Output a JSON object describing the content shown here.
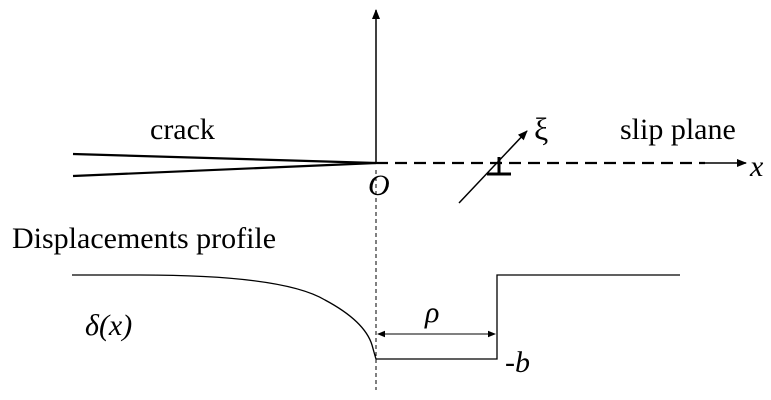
{
  "labels": {
    "crack": "crack",
    "slip_plane": "slip plane",
    "x_axis": "x",
    "origin": "O",
    "xi": "ξ",
    "profile_title": "Displacements profile",
    "delta": "δ(x)",
    "rho": "ρ",
    "minus_b": "-b"
  },
  "colors": {
    "ink": "#000000",
    "background": "#ffffff"
  }
}
